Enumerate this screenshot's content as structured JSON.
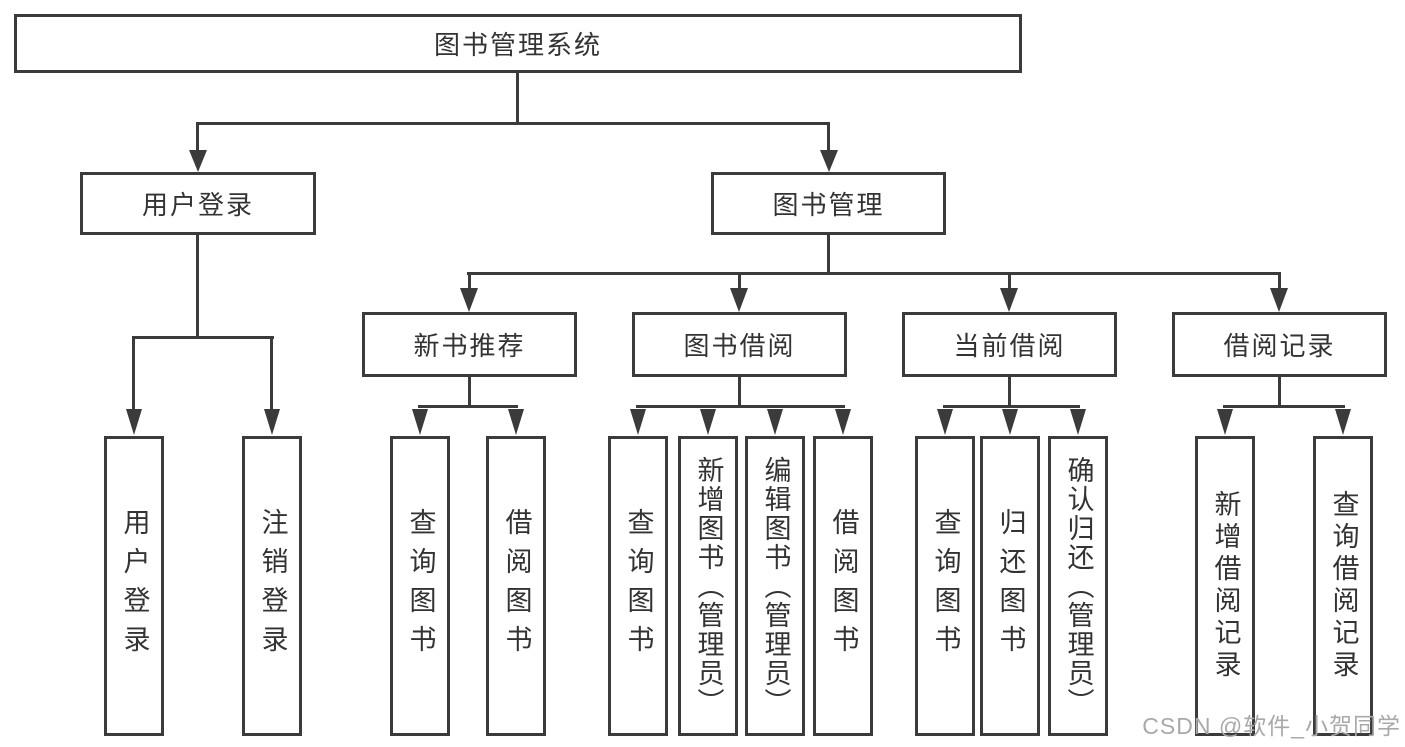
{
  "tree": {
    "root": {
      "label": "图书管理系统",
      "children": [
        {
          "label": "用户登录",
          "children": [
            {
              "label": "用户登录"
            },
            {
              "label": "注销登录"
            }
          ]
        },
        {
          "label": "图书管理",
          "children": [
            {
              "label": "新书推荐",
              "children": [
                {
                  "label": "查询图书"
                },
                {
                  "label": "借阅图书"
                }
              ]
            },
            {
              "label": "图书借阅",
              "children": [
                {
                  "label": "查询图书"
                },
                {
                  "label": "新增图书（管理员）"
                },
                {
                  "label": "编辑图书（管理员）"
                },
                {
                  "label": "借阅图书"
                }
              ]
            },
            {
              "label": "当前借阅",
              "children": [
                {
                  "label": "查询图书"
                },
                {
                  "label": "归还图书"
                },
                {
                  "label": "确认归还（管理员）"
                }
              ]
            },
            {
              "label": "借阅记录",
              "children": [
                {
                  "label": "新增借阅记录"
                },
                {
                  "label": "查询借阅记录"
                }
              ]
            }
          ]
        }
      ]
    }
  },
  "watermark": {
    "text": "CSDN @软件_小贺同学",
    "color": "#a9a9a9"
  },
  "colors": {
    "line": "#3b3b3b",
    "text": "#333333",
    "background": "#ffffff"
  }
}
